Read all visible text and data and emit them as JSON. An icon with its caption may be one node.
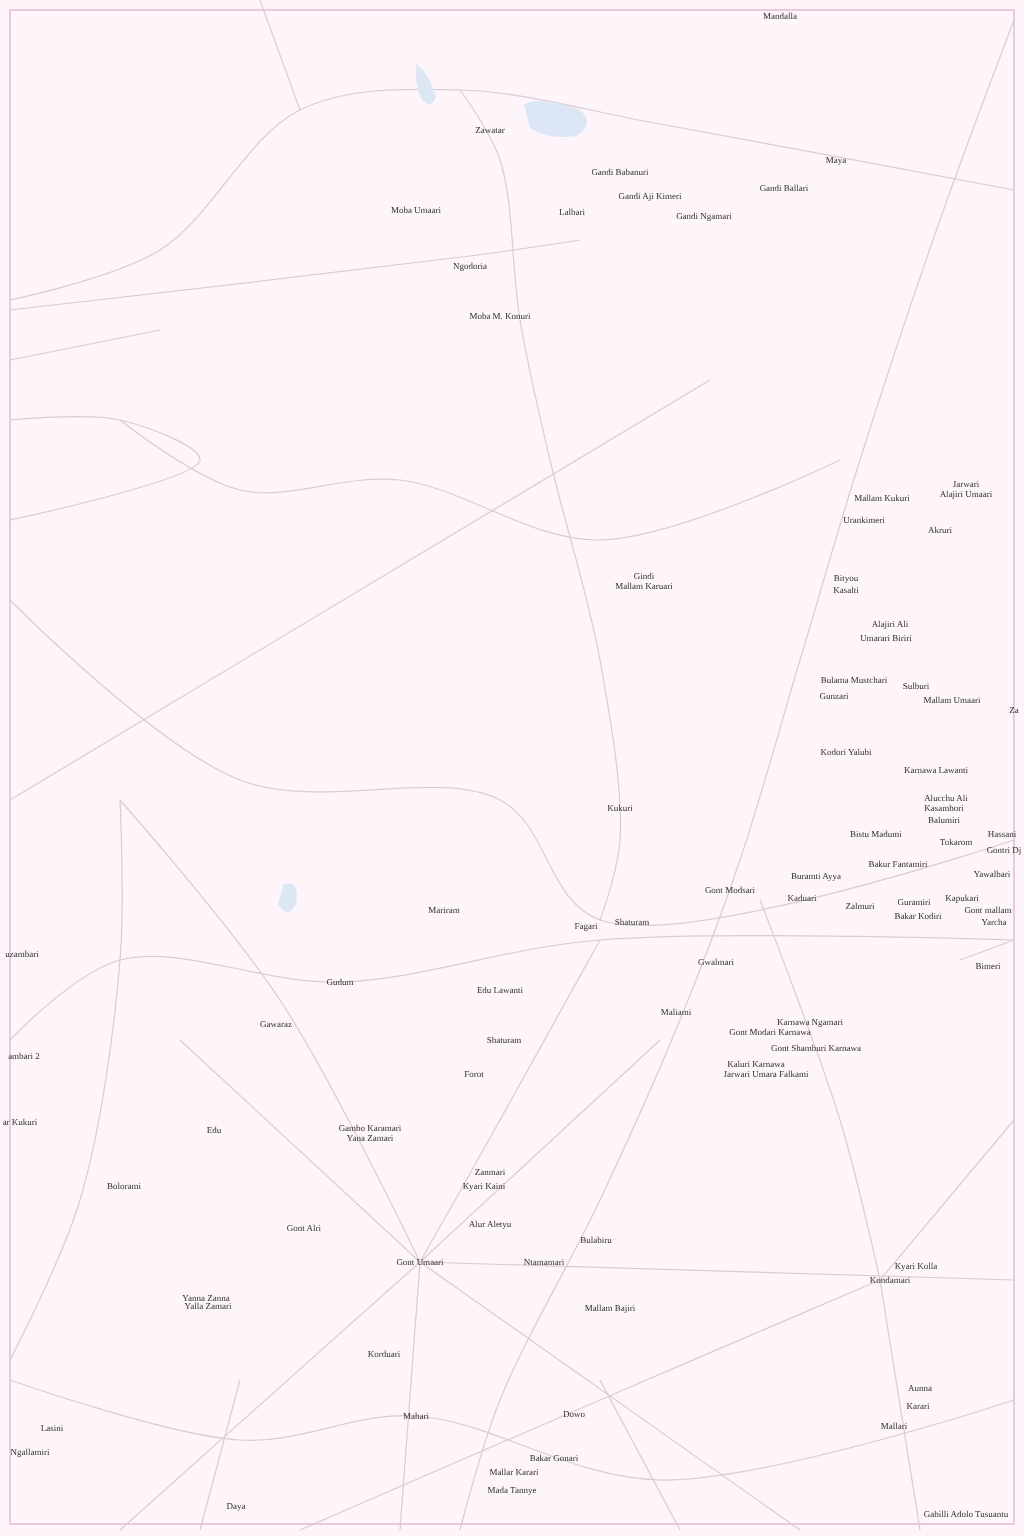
{
  "diagram": {
    "labels": [
      "Mandalla",
      "Zawatar",
      "Maya",
      "Gandi Babanuri",
      "Gandi Ballari",
      "Gandi Aji Kimeri",
      "Moba Umaari",
      "Lalbari",
      "Gandi Ngamari",
      "Ngodoria",
      "Moba M. Konuri",
      "Jarwari",
      "Mallam Kukuri",
      "Alajiri Umaari",
      "Urankimeri",
      "Akruri",
      "Gindi",
      "Mallam Karuari",
      "Bityou",
      "Kasalti",
      "Alajiri Ali",
      "Umarari Biriri",
      "Bulama Mustchari",
      "Sulburi",
      "Gunzari",
      "Mallam Umaari",
      "Za",
      "Kodori Yalubi",
      "Karnawa Lawanti",
      "Alucchu Ali",
      "Kasambori",
      "Balumiri",
      "Kukuri",
      "Bistu Madumi",
      "Hassani",
      "Tokarom",
      "Gontri Dj",
      "Bakur Fantamiri",
      "Yawalbari",
      "Buramti Ayya",
      "Gont Modsari",
      "Kaduari",
      "Zalmuri",
      "Guramiri",
      "Kapukari",
      "Bakar Kodiri",
      "Gont mallam",
      "Yarcha",
      "Mariram",
      "Fagari",
      "Shaturam",
      "Gwalmari",
      "Bimeri",
      "uzambari",
      "Gudum",
      "Edu Lawanti",
      "Maliami",
      "Gawaraz",
      "Karnawa Ngamari",
      "Gont Modari Karnawa",
      "Shaturam",
      "Gont Shamburi Karnawa",
      "ambari 2",
      "Kaluri Karnawa",
      "Jarwari Umara Falkami",
      "Forot",
      "ar Kukuri",
      "Edu",
      "Gambo Karamari",
      "Yana Zamari",
      "Zanmari",
      "Kyari Kaini",
      "Bolorami",
      "Alur Aletyu",
      "Gont Alri",
      "Bulabiru",
      "Gont Umaari",
      "Ntamamari",
      "Kyari Kolla",
      "Kondamari",
      "Yanna Zanna",
      "Yalla Zamari",
      "Mallam Bajiri",
      "Korduari",
      "Aunna",
      "Karari",
      "Mallari",
      "Mahari",
      "Dowo",
      "Lasini",
      "Ngallamiri",
      "Bakar Gonari",
      "Mallar Karari",
      "Mada Tannye",
      "Daya",
      "Gabilli Adolo Tusuantu"
    ]
  }
}
